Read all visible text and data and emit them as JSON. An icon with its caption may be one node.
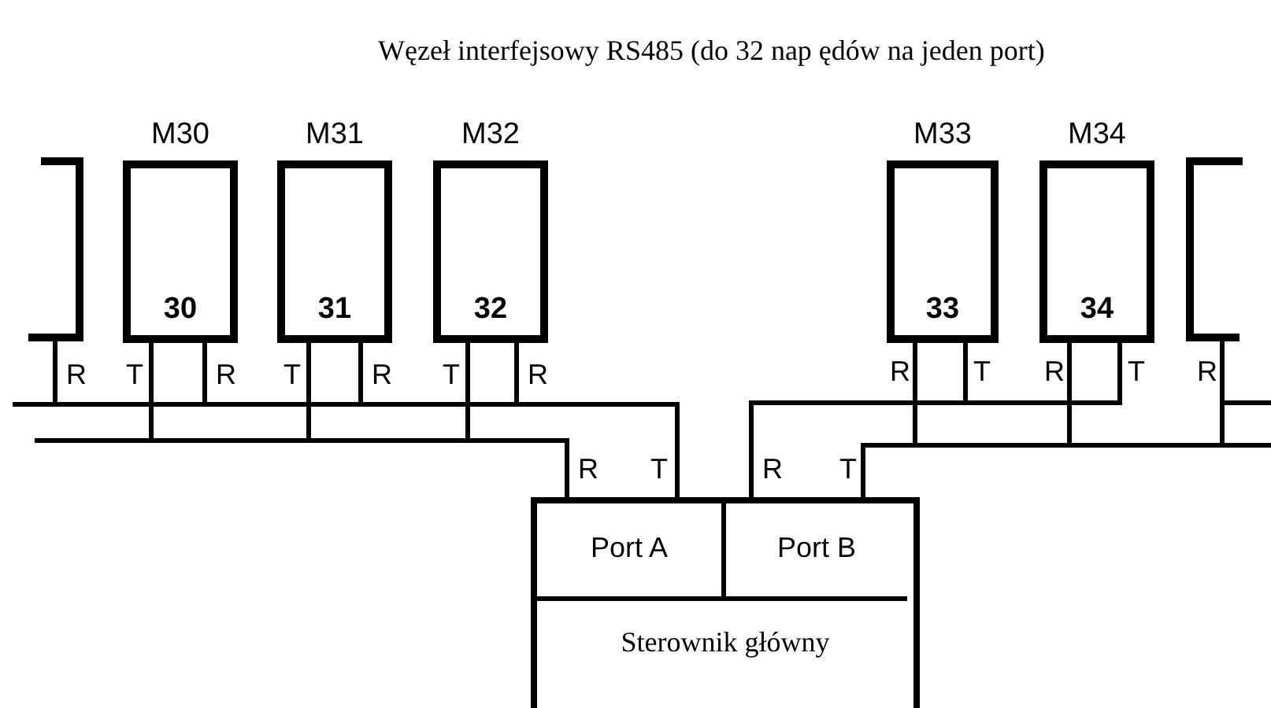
{
  "diagram": {
    "title": "Węzeł interfejsowy RS485 (do 32 nap ędów na jeden port)",
    "nodes": [
      {
        "text": [],
        "shape": "box"
      },
      {
        "text": [
          "M30",
          "30"
        ]
      },
      {
        "text": [
          "M31",
          "31"
        ]
      },
      {
        "text": [
          "M32",
          "32"
        ]
      },
      {
        "text": [
          "M33",
          "33"
        ]
      },
      {
        "text": [
          "M34",
          "34"
        ]
      },
      {
        "text": [],
        "shape": "box"
      },
      {
        "text": [
          "Sterownik główny"
        ]
      },
      {
        "text": [
          "Port A"
        ],
        "in": 7
      },
      {
        "text": [
          "Port B"
        ],
        "in": 7
      }
    ],
    "edges": [
      {
        "from": 0,
        "to": 8,
        "arrow": "none"
      },
      {
        "from": 1,
        "to": 8,
        "arrow": "none"
      },
      {
        "from": 1,
        "to": 8,
        "arrow": "none"
      },
      {
        "from": 2,
        "to": 8,
        "arrow": "none"
      },
      {
        "from": 2,
        "to": 8,
        "arrow": "none"
      },
      {
        "from": 3,
        "to": 8,
        "arrow": "none"
      },
      {
        "from": 3,
        "to": 8,
        "arrow": "none"
      },
      {
        "from": 4,
        "to": 9,
        "arrow": "none"
      },
      {
        "from": 4,
        "to": 9,
        "arrow": "none"
      },
      {
        "from": 5,
        "to": 9,
        "arrow": "none"
      },
      {
        "from": 5,
        "to": 9,
        "arrow": "none"
      },
      {
        "from": 6,
        "to": 9,
        "arrow": "none"
      }
    ],
    "labels": [
      "R",
      "T",
      "R",
      "T",
      "R",
      "T",
      "R",
      "R",
      "T",
      "R",
      "T",
      "R",
      "R",
      "T",
      "R",
      "T"
    ]
  }
}
